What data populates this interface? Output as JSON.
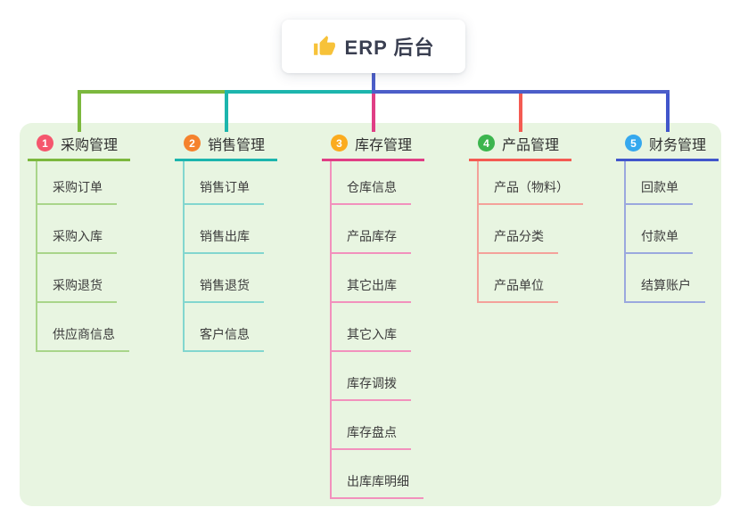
{
  "root": {
    "title": "ERP 后台",
    "icon": "thumbs-up-icon",
    "icon_color": "#f7c239",
    "card_bg": "#ffffff",
    "connector_color": "#4c5ec9"
  },
  "panel": {
    "bg_color": "#e8f5e1"
  },
  "branches": [
    {
      "index": "1",
      "label": "采购管理",
      "badge_color": "#f5566d",
      "line_color": "#7cb83e",
      "child_line_color": "#a9d58a",
      "children": [
        "采购订单",
        "采购入库",
        "采购退货",
        "供应商信息"
      ]
    },
    {
      "index": "2",
      "label": "销售管理",
      "badge_color": "#f5822d",
      "line_color": "#1cb5ad",
      "child_line_color": "#82d6cf",
      "children": [
        "销售订单",
        "销售出库",
        "销售退货",
        "客户信息"
      ]
    },
    {
      "index": "3",
      "label": "库存管理",
      "badge_color": "#fbab1e",
      "line_color": "#e03e85",
      "child_line_color": "#f291bd",
      "children": [
        "仓库信息",
        "产品库存",
        "其它出库",
        "其它入库",
        "库存调拨",
        "库存盘点",
        "出库库明细"
      ]
    },
    {
      "index": "4",
      "label": "产品管理",
      "badge_color": "#3cb54e",
      "line_color": "#f45b52",
      "child_line_color": "#f4a19a",
      "children": [
        "产品（物料）",
        "产品分类",
        "产品单位"
      ]
    },
    {
      "index": "5",
      "label": "财务管理",
      "badge_color": "#35a8ee",
      "line_color": "#4156cb",
      "child_line_color": "#9aa8de",
      "children": [
        "回款单",
        "付款单",
        "结算账户"
      ]
    }
  ]
}
